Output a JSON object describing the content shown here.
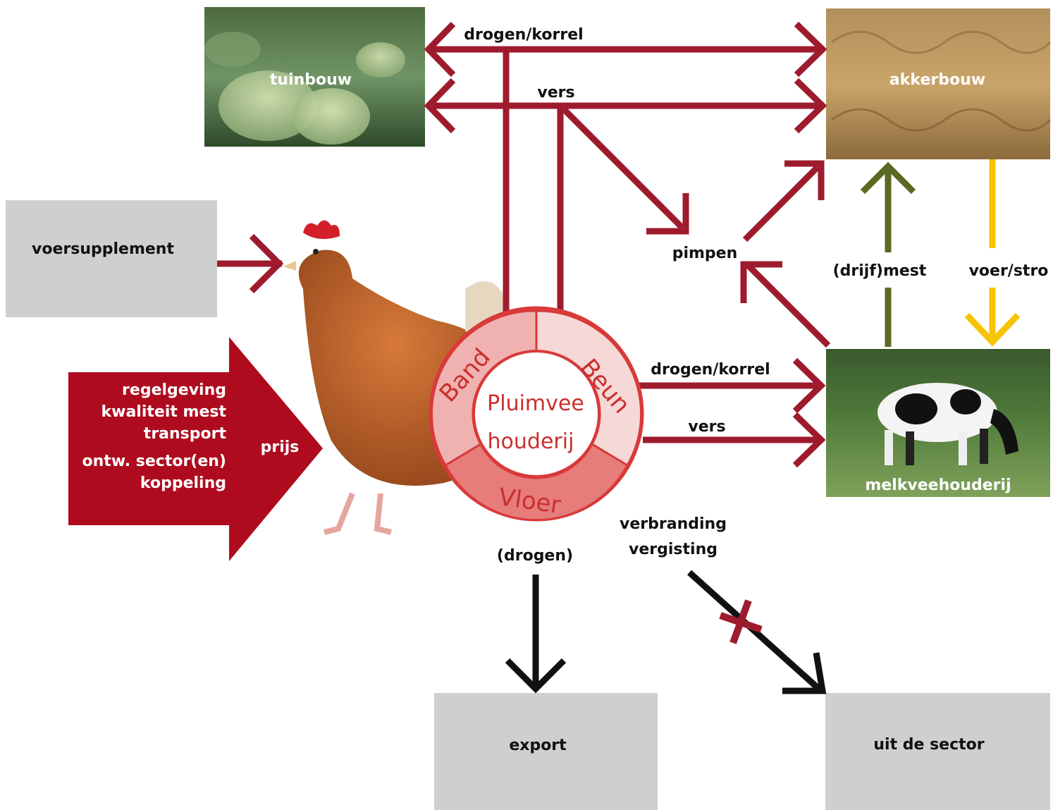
{
  "boxes": {
    "voersupplement": "voersupplement",
    "export": "export",
    "uit_de_sector": "uit de sector"
  },
  "photos": {
    "tuinbouw": "tuinbouw",
    "akkerbouw": "akkerbouw",
    "melkveehouderij": "melkveehouderij"
  },
  "factors": {
    "lines": [
      "regelgeving",
      "kwaliteit mest",
      "transport",
      "ontw. sector(en)",
      "koppeling"
    ],
    "prijs": "prijs"
  },
  "circle": {
    "center_line1": "Pluimvee",
    "center_line2": "houderij",
    "segment_band": "Band",
    "segment_beun": "Beun",
    "segment_voer": "Vloer"
  },
  "flows": {
    "top_drogen_korrel": "drogen/korrel",
    "top_vers": "vers",
    "pimpen": "pimpen",
    "drijfmest": "(drijf)mest",
    "voer_stro": "voer/stro",
    "mid_drogen_korrel": "drogen/korrel",
    "mid_vers": "vers",
    "drogen": "(drogen)",
    "verbranding": "verbranding",
    "vergisting": "vergisting"
  },
  "colors": {
    "arrow_red": "#9e1b2e",
    "factor_red": "#ae0b1e",
    "olive": "#5a6a22",
    "yellow": "#f7c400",
    "black": "#111111",
    "gray_box": "#cfcfcf",
    "circle_red": "#d83a3a"
  }
}
